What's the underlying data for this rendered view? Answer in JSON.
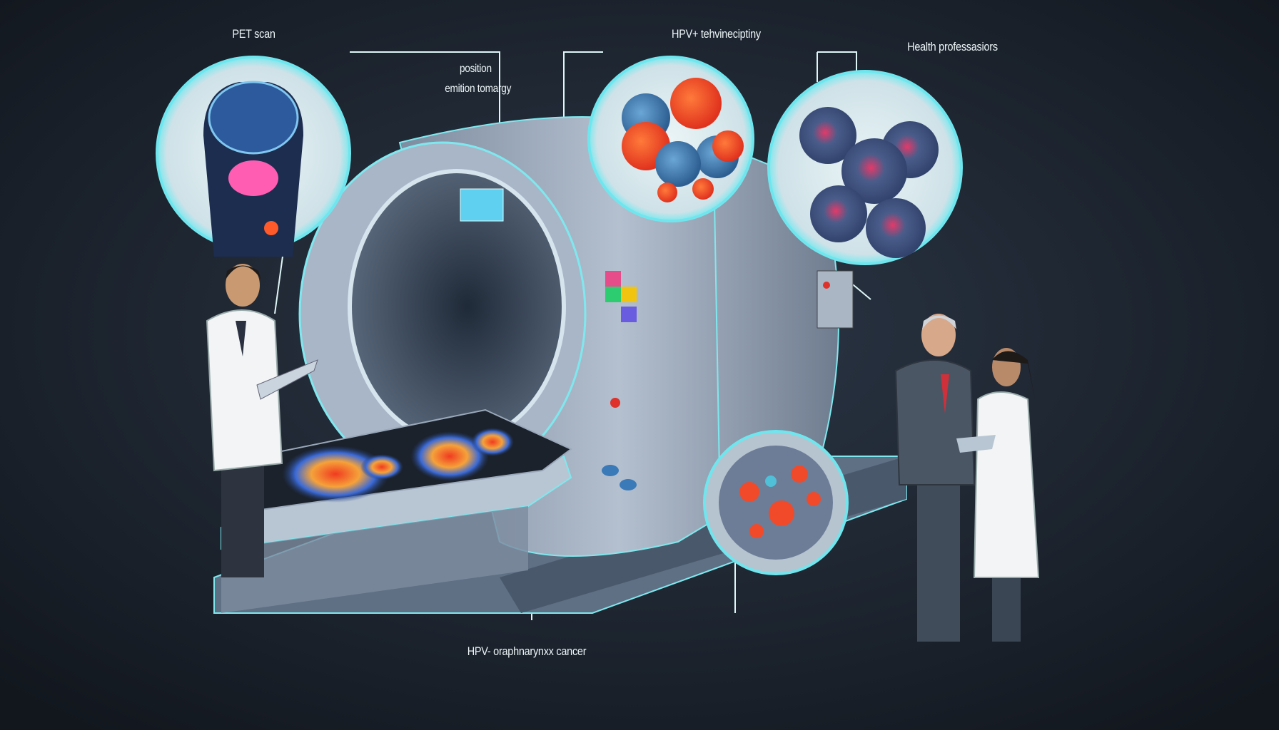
{
  "labels": {
    "pet_scan": "PET scan",
    "position_line1": "position",
    "position_line2": "emition tomargy",
    "hpv_positive": "HPV+ tehvineciptiny",
    "health_professionals": "Health professasiors",
    "hpv_negative": "HPV- oraphnarynxx cancer"
  },
  "colors": {
    "background": "#1a212b",
    "accent_cyan": "#5fe0e6",
    "scanner": "#9aa8ba",
    "tumor_red": "#f0452a",
    "cell_blue": "#3f6f9e"
  }
}
